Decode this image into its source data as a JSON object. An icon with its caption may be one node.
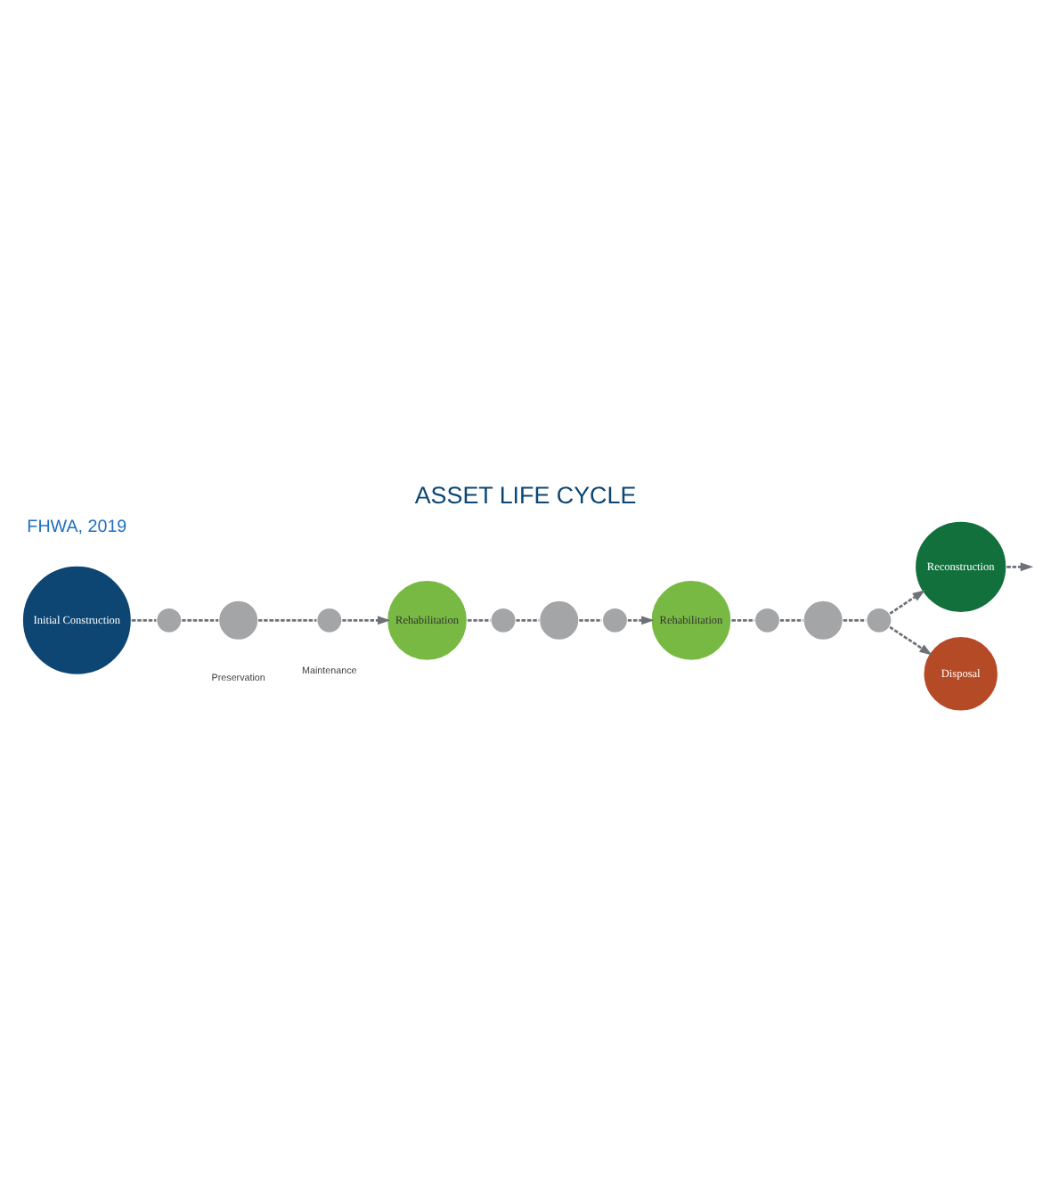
{
  "diagram": {
    "title": "ASSET LIFE CYCLE",
    "nodes": [
      {
        "text": [
          "Initial Construction"
        ]
      },
      {
        "text": [],
        "shape": "circle"
      },
      {
        "text": [],
        "shape": "circle",
        "beside": [
          "Preservation"
        ]
      },
      {
        "text": [],
        "shape": "circle",
        "beside": [
          "Maintenance"
        ]
      },
      {
        "text": [
          "Rehabilitation"
        ]
      },
      {
        "text": [],
        "shape": "circle"
      },
      {
        "text": [],
        "shape": "circle"
      },
      {
        "text": [],
        "shape": "circle"
      },
      {
        "text": [
          "Rehabilitation"
        ]
      },
      {
        "text": [],
        "shape": "circle"
      },
      {
        "text": [],
        "shape": "circle"
      },
      {
        "text": [],
        "shape": "circle"
      },
      {
        "text": [
          "Reconstruction"
        ]
      },
      {
        "text": [
          "Disposal"
        ]
      }
    ],
    "edges": [
      {
        "from": 0,
        "to": 1,
        "arrow": "none",
        "style": "dashed"
      },
      {
        "from": 1,
        "to": 2,
        "arrow": "none",
        "style": "dashed"
      },
      {
        "from": 2,
        "to": 3,
        "arrow": "none",
        "style": "dashed"
      },
      {
        "from": 3,
        "to": 4,
        "arrow": "to",
        "style": "dashed"
      },
      {
        "from": 4,
        "to": 5,
        "arrow": "none",
        "style": "dashed"
      },
      {
        "from": 5,
        "to": 6,
        "arrow": "none",
        "style": "dashed"
      },
      {
        "from": 6,
        "to": 7,
        "arrow": "none",
        "style": "dashed"
      },
      {
        "from": 7,
        "to": 8,
        "arrow": "to",
        "style": "dashed"
      },
      {
        "from": 8,
        "to": 9,
        "arrow": "none",
        "style": "dashed"
      },
      {
        "from": 9,
        "to": 10,
        "arrow": "none",
        "style": "dashed"
      },
      {
        "from": 10,
        "to": 11,
        "arrow": "none",
        "style": "dashed"
      },
      {
        "from": 11,
        "to": 12,
        "arrow": "to",
        "style": "dashed"
      },
      {
        "from": 11,
        "to": 13,
        "arrow": "to",
        "style": "dashed"
      },
      {
        "from": 12,
        "to": null,
        "arrow": "to",
        "style": "dashed"
      }
    ],
    "labels": [
      "FHWA, 2019"
    ]
  }
}
